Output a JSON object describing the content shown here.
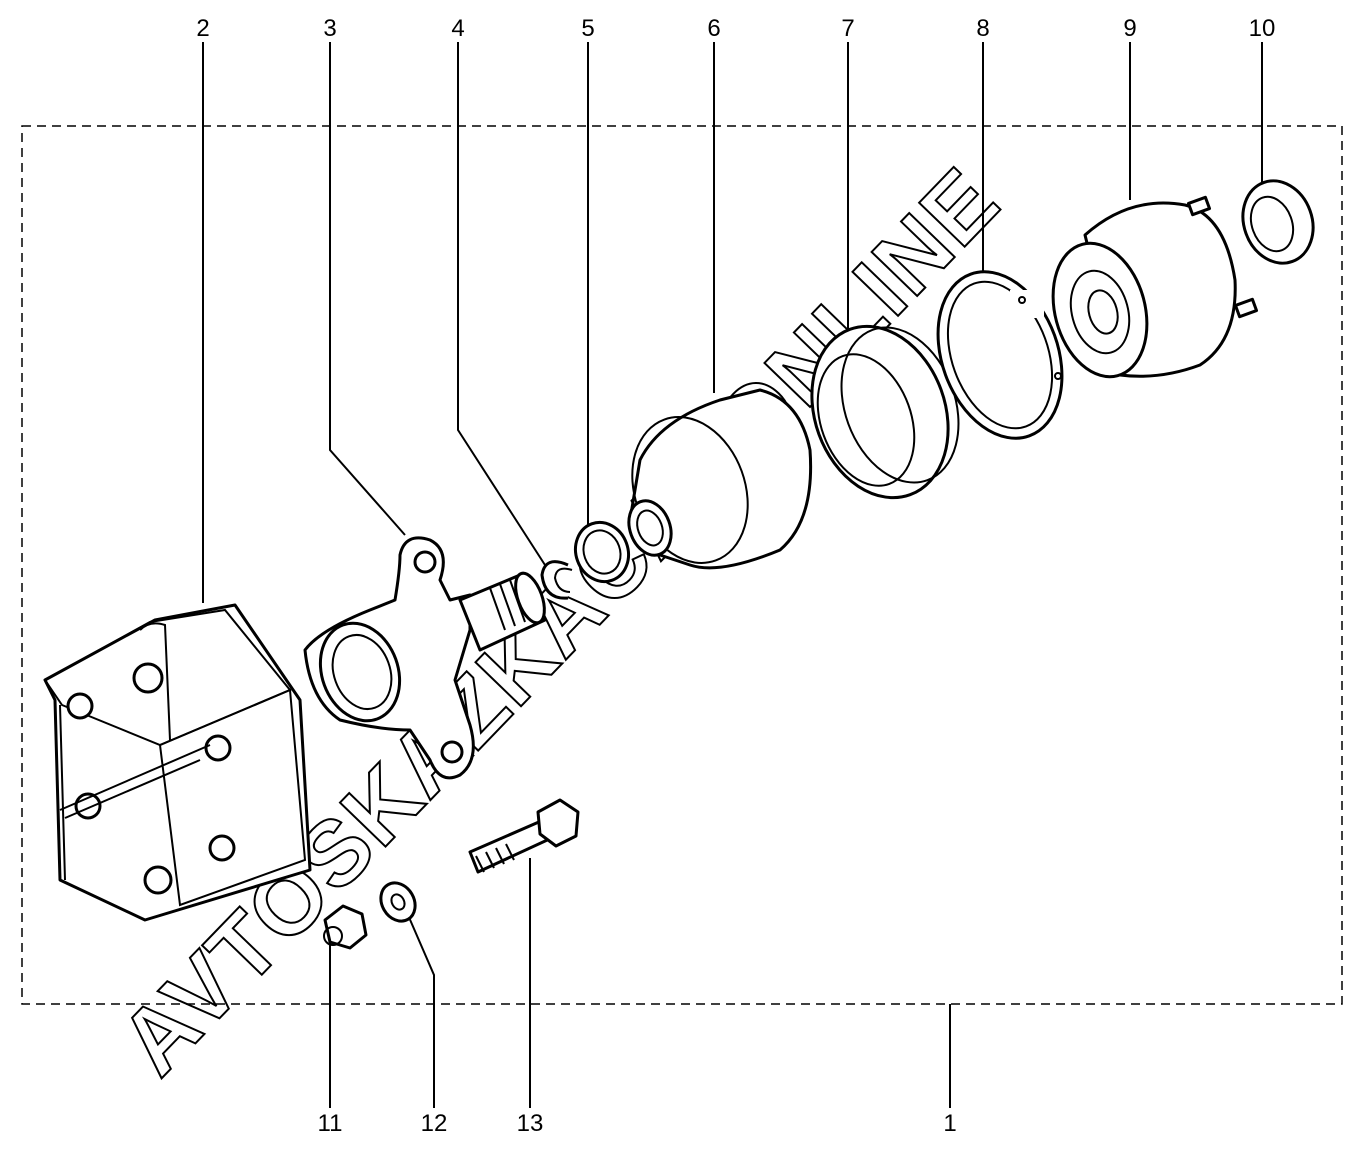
{
  "diagram": {
    "watermark": "AVTOSKAZKACAT.ONLINE",
    "callouts": [
      {
        "id": "1",
        "label": "1"
      },
      {
        "id": "2",
        "label": "2"
      },
      {
        "id": "3",
        "label": "3"
      },
      {
        "id": "4",
        "label": "4"
      },
      {
        "id": "5",
        "label": "5"
      },
      {
        "id": "6",
        "label": "6"
      },
      {
        "id": "7",
        "label": "7"
      },
      {
        "id": "8",
        "label": "8"
      },
      {
        "id": "9",
        "label": "9"
      },
      {
        "id": "10",
        "label": "10"
      },
      {
        "id": "11",
        "label": "11"
      },
      {
        "id": "12",
        "label": "12"
      },
      {
        "id": "13",
        "label": "13"
      }
    ]
  }
}
